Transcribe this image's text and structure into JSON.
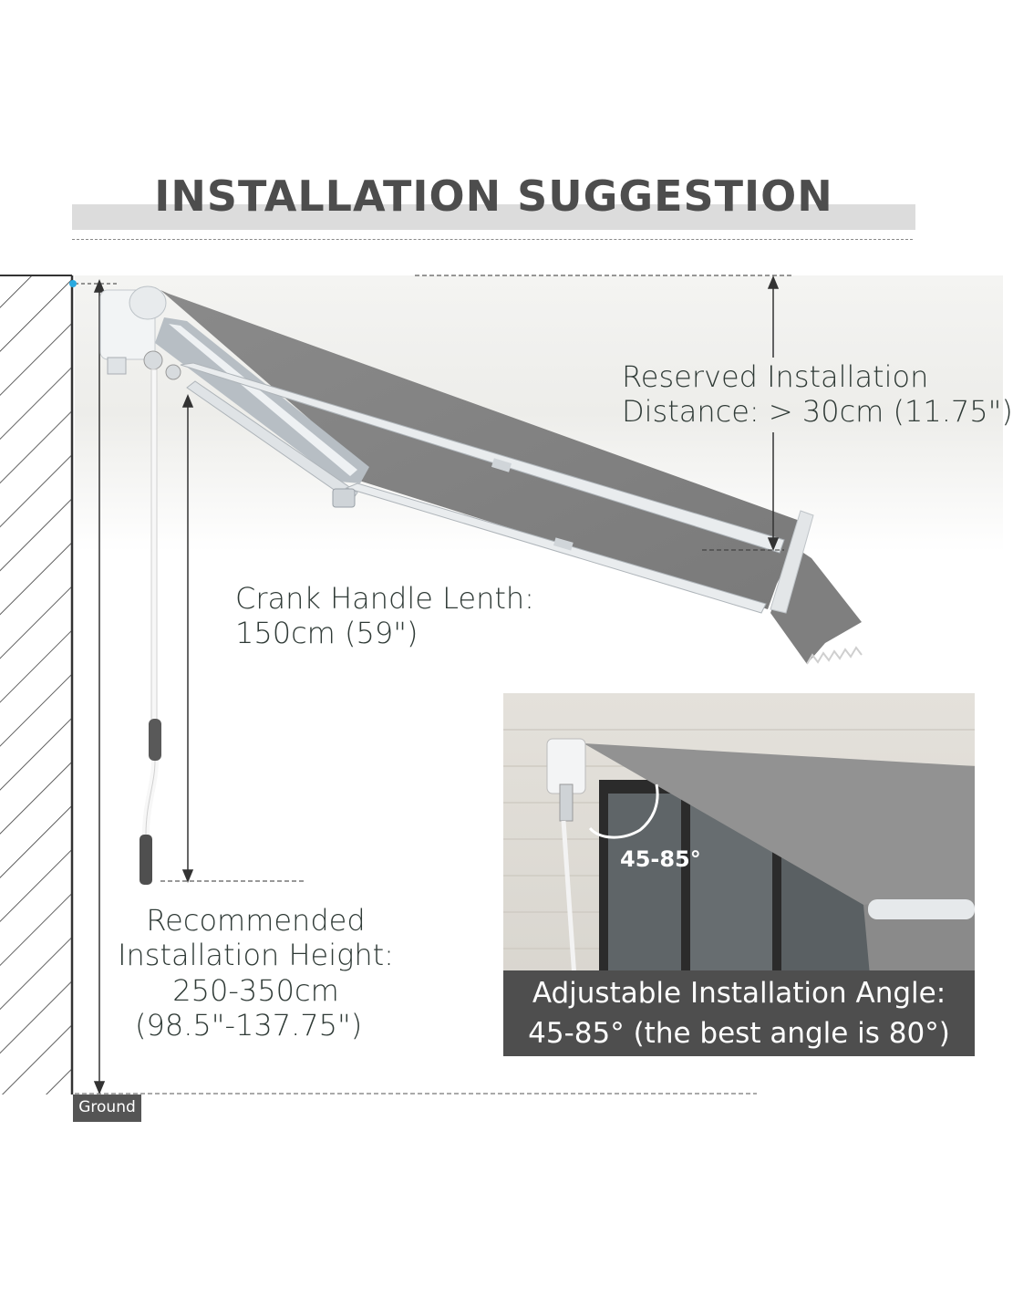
{
  "header": {
    "title": "INSTALLATION SUGGESTION"
  },
  "labels": {
    "reserved_line1": "Reserved Installation",
    "reserved_line2": "Distance: > 30cm (11.75\")",
    "crank_line1": "Crank Handle Lenth:",
    "crank_line2": "150cm (59\")",
    "height_line1": "Recommended",
    "height_line2": "Installation Height:",
    "height_line3": "250-350cm",
    "height_line4": "(98.5\"-137.75\")",
    "ground": "Ground"
  },
  "angle_panel": {
    "arc_label": "45-85°",
    "caption_line1": "Adjustable Installation Angle:",
    "caption_line2": "45-85° (the best angle is 80°)"
  },
  "colors": {
    "fabric": "#7d7d7d",
    "frame": "#d9dde0",
    "banner": "#4e4e4e",
    "text": "#2f3a36"
  }
}
